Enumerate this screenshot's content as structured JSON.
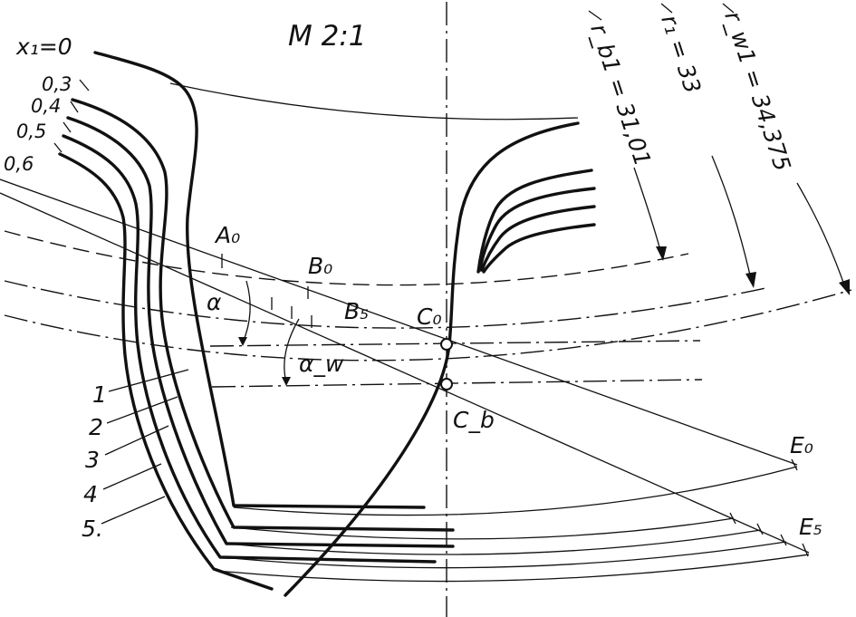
{
  "scale": "M 2:1",
  "x1_label": "x₁=0",
  "x_values": [
    "0,3",
    "0,4",
    "0,5",
    "0,6"
  ],
  "radii": {
    "rb1": "r_b1 = 31,01",
    "r1": "r₁ = 33",
    "rw1": "r_w1 = 34,375"
  },
  "points": {
    "A0": "A₀",
    "B0": "B₀",
    "B5": "B₅",
    "C0": "C₀",
    "Cb": "C_b",
    "E0": "E₀",
    "E5": "E₅"
  },
  "angles": {
    "alpha": "α",
    "alpha_w": "α_w"
  },
  "profile_numbers": [
    "1",
    "2",
    "3",
    "4",
    "5."
  ]
}
